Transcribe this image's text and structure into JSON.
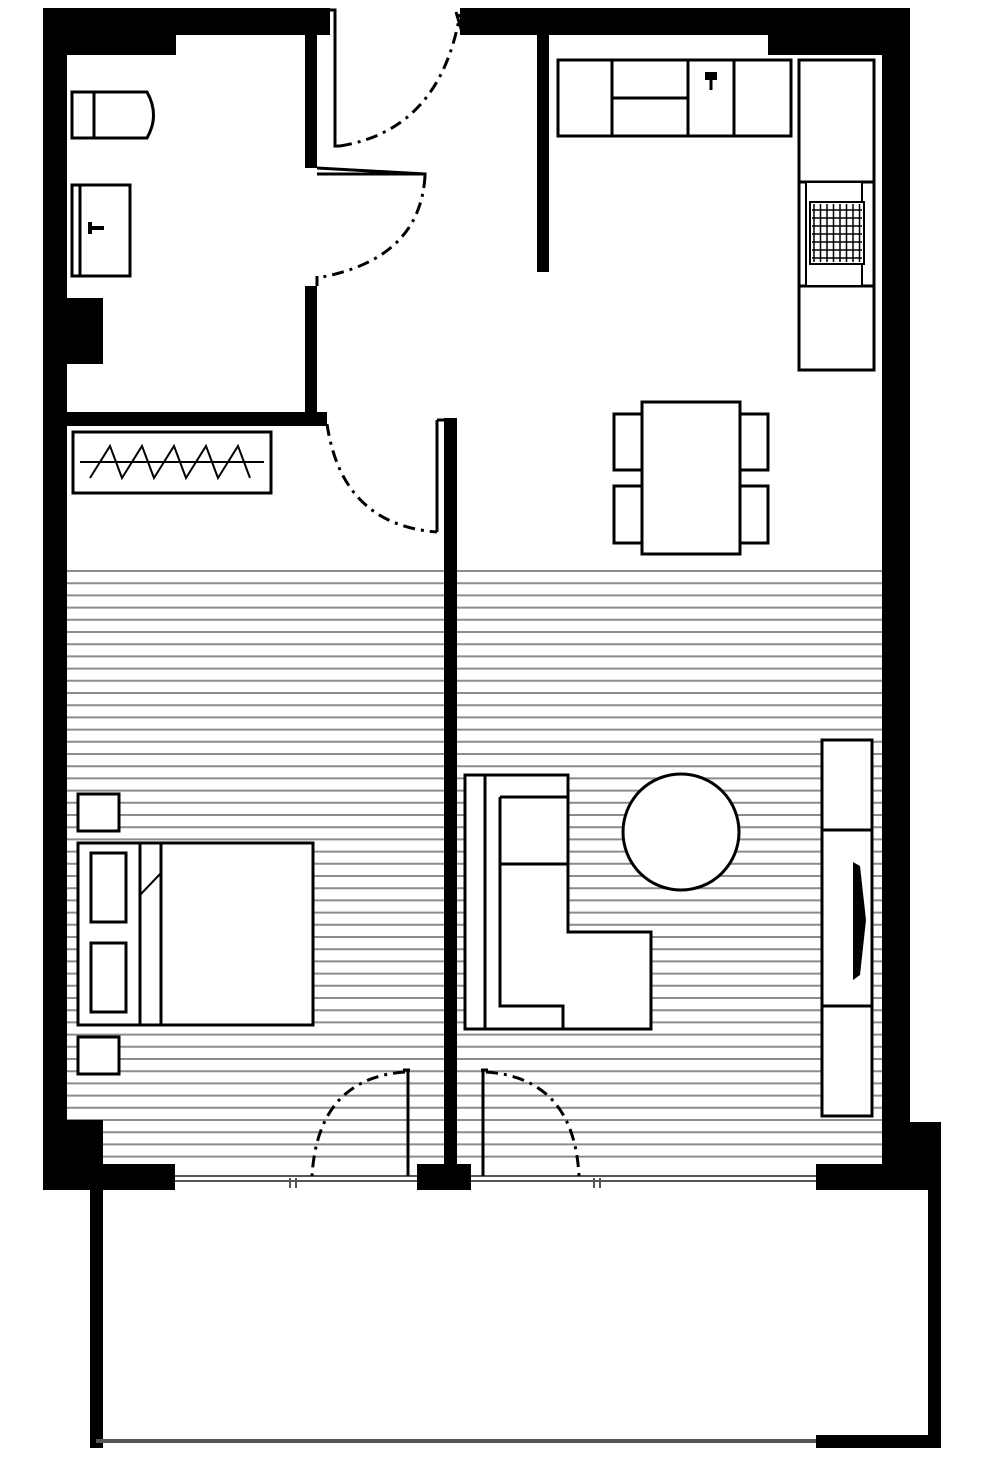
{
  "plan": {
    "rooms": [
      {
        "id": "bathroom"
      },
      {
        "id": "entry-hall"
      },
      {
        "id": "kitchen"
      },
      {
        "id": "dining"
      },
      {
        "id": "bedroom"
      },
      {
        "id": "living-room"
      },
      {
        "id": "balcony"
      }
    ],
    "colors": {
      "wall": "#000000",
      "floor_hatch": "#8c8c8c",
      "furniture": "#000000",
      "background": "#ffffff",
      "window": "#555555"
    }
  }
}
